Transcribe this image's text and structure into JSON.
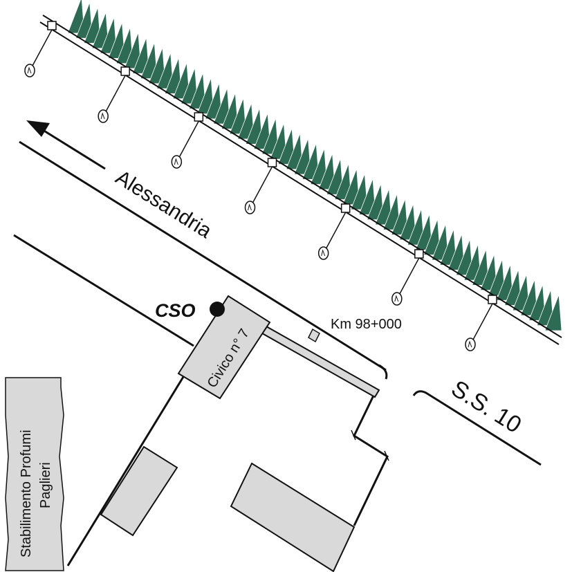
{
  "labels": {
    "direction": "Alessandria",
    "road": "S.S. 10",
    "km_marker": "Km 98+000",
    "cso": "CSO",
    "civic": "Civico n° 7",
    "factory_line1": "Stabilimento Profumi",
    "factory_line2": "Paglieri"
  },
  "colors": {
    "hedge": "#2e6b55",
    "building_fill": "#d9d9d9",
    "line": "#111111",
    "cso_dot": "#111111"
  },
  "lamp_count": 7,
  "hedge_spike_count": 60,
  "icons": {
    "direction_arrow": "arrow-left-icon",
    "cso_marker": "map-point-icon",
    "street_lamp": "street-lamp-icon"
  }
}
